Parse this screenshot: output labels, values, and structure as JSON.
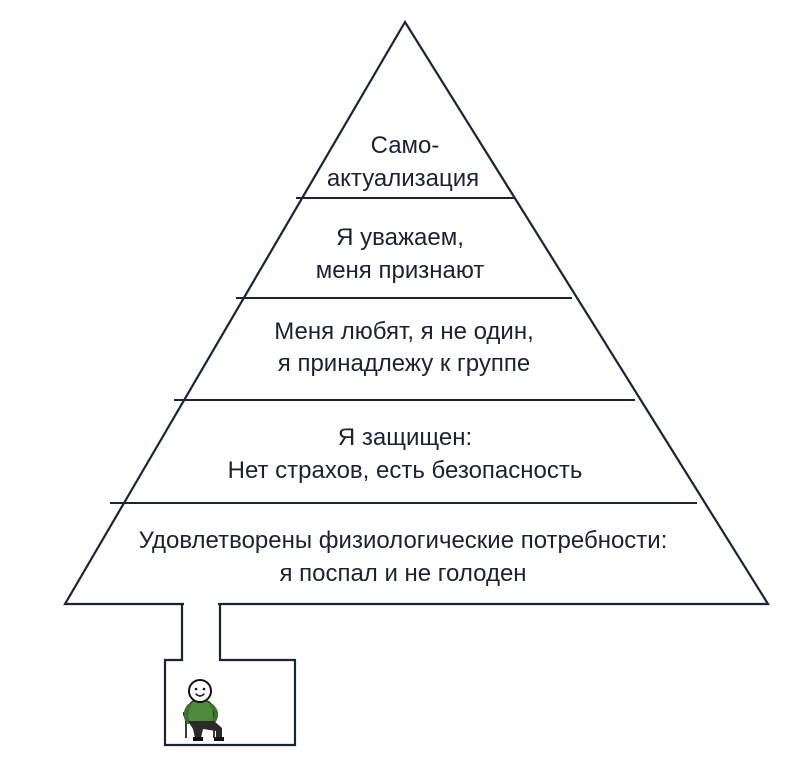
{
  "pyramid": {
    "levels": [
      {
        "line1": "Само-",
        "line2": "актуализация"
      },
      {
        "line1": "Я уважаем,",
        "line2": "меня признают"
      },
      {
        "line1": "Меня любят, я не один,",
        "line2": "я принадлежу к группе"
      },
      {
        "line1": "Я защищен:",
        "line2": "Нет страхов, есть безопасность"
      },
      {
        "line1": "Удовлетворены физиологические потребности:",
        "line2": "я поспал и не голоден"
      }
    ],
    "colors": {
      "line": "#1b2338",
      "text": "#1c2233",
      "character_shirt": "#4f8a3c",
      "character_pants": "#2a2a2a",
      "character_skin": "#ffffff"
    }
  }
}
